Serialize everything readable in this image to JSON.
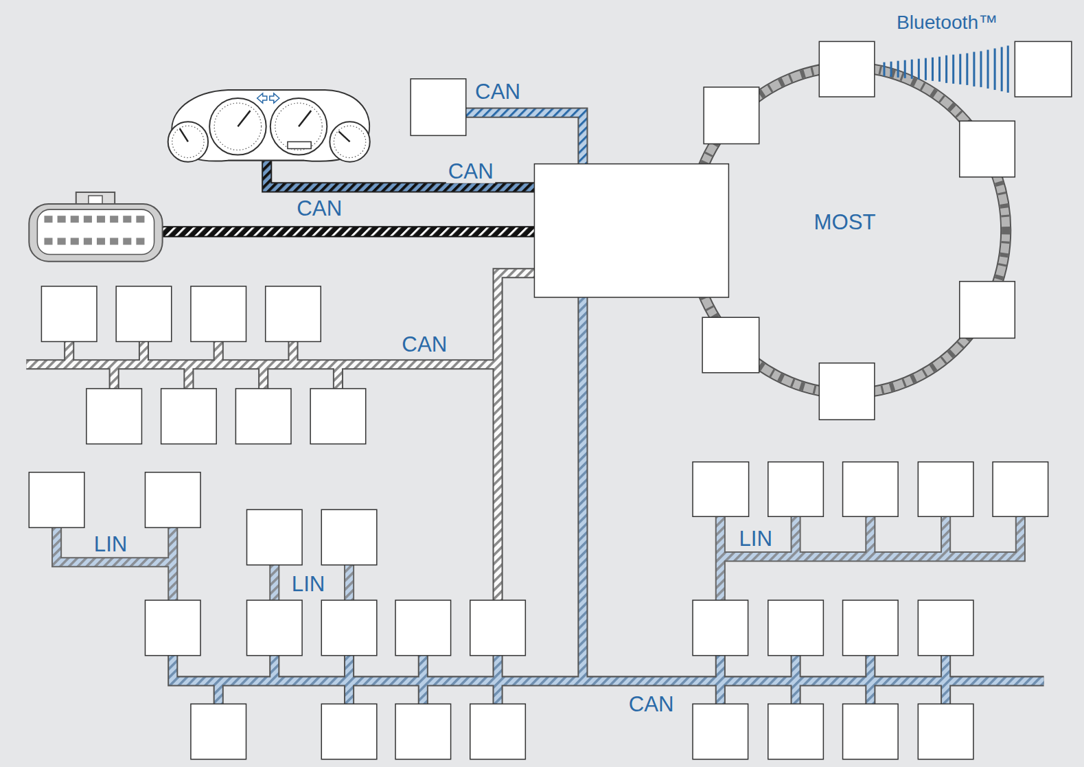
{
  "diagram": {
    "labels": [
      "Bluetooth™",
      "CAN",
      "CAN",
      "CAN",
      "MOST",
      "CAN",
      "LIN",
      "LIN",
      "LIN",
      "CAN"
    ]
  }
}
